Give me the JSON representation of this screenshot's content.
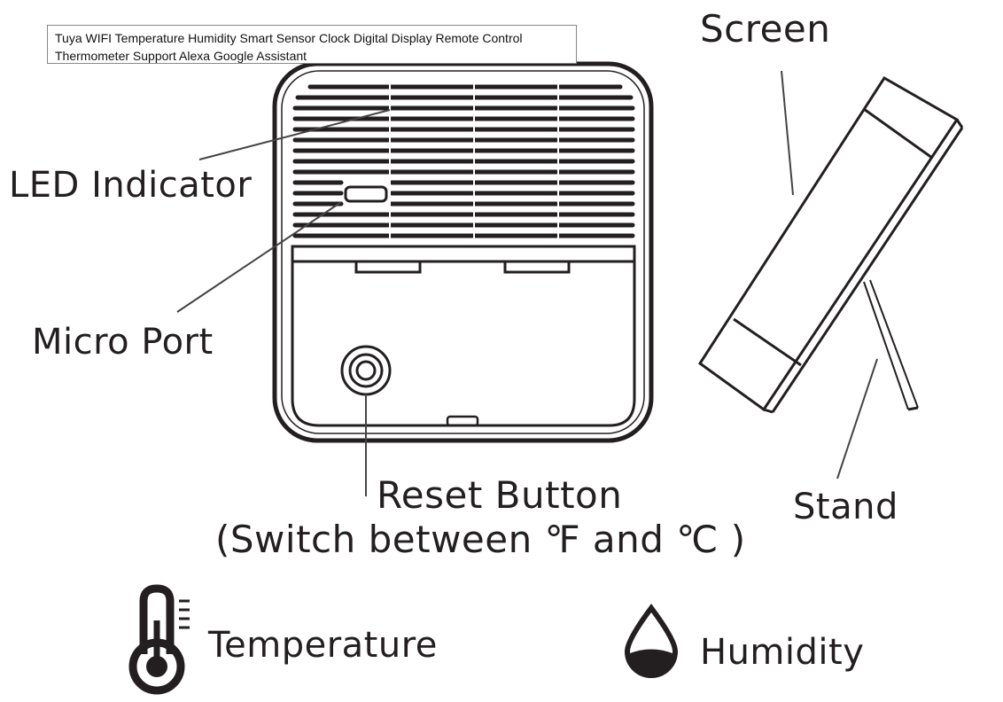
{
  "title": "Tuya WIFI Temperature Humidity Smart Sensor Clock Digital Display Remote Control Thermometer Support Alexa Google Assistant",
  "labels": {
    "led": "LED Indicator",
    "micro_port": "Micro Port",
    "reset": "Reset Button",
    "reset_note": "(Switch between ℉ and ℃ )",
    "screen": "Screen",
    "stand": "Stand"
  },
  "legend": {
    "temperature": "Temperature",
    "humidity": "Humidity"
  },
  "colors": {
    "ink": "#231f20"
  }
}
